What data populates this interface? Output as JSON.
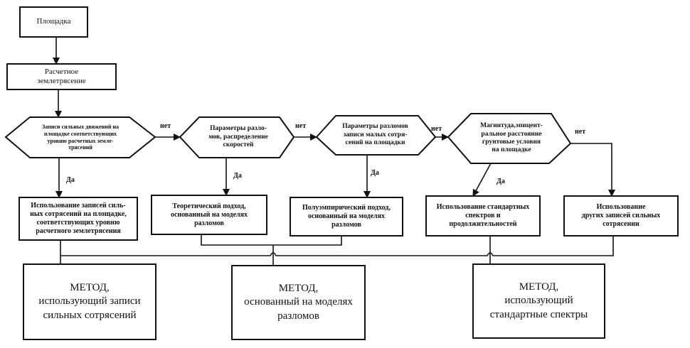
{
  "title": "Схема выбора метода задания расчетного воздействия",
  "colors": {
    "stroke": "#111111",
    "background": "#ffffff"
  },
  "nodes": {
    "site": "Площадка",
    "design_eq": "Расчетное\nземлетрясение",
    "decisions": [
      "Записи сильных движений на\nплощадке соответствующих\nуровню расчетных земле-\nтрясений",
      "Параметры разло-\nмов, распределение\nскоростей",
      "Параметры разломов\nзаписи малых сотря-\nсений на площадки",
      "Магнитуда,эпицент-\nральное расстояние\nгрунтовые условия\nна площадке"
    ],
    "outcomes": [
      "Использование записей силь-\nных сотрясений на площадке,\nсоответствующих уровню\nрасчетного землетрясения",
      "Теоретический подход,\nоснованный на моделях\nразломов",
      "Полуэмпирический подход,\nоснованный на моделях\nразломов",
      "Использование стандартных\nспектров и\nпродолжительностей",
      "Использование\nдругих записей сильных\nсотрясении"
    ],
    "methods": [
      "МЕТОД,\nиспользующий записи\nсильных сотрясений",
      "МЕТОД,\nоснованный на моделях\nразломов",
      "МЕТОД,\nиспользующий\nстандартные спектры"
    ]
  },
  "edge_labels": {
    "no": "нет",
    "yes": "Да"
  }
}
